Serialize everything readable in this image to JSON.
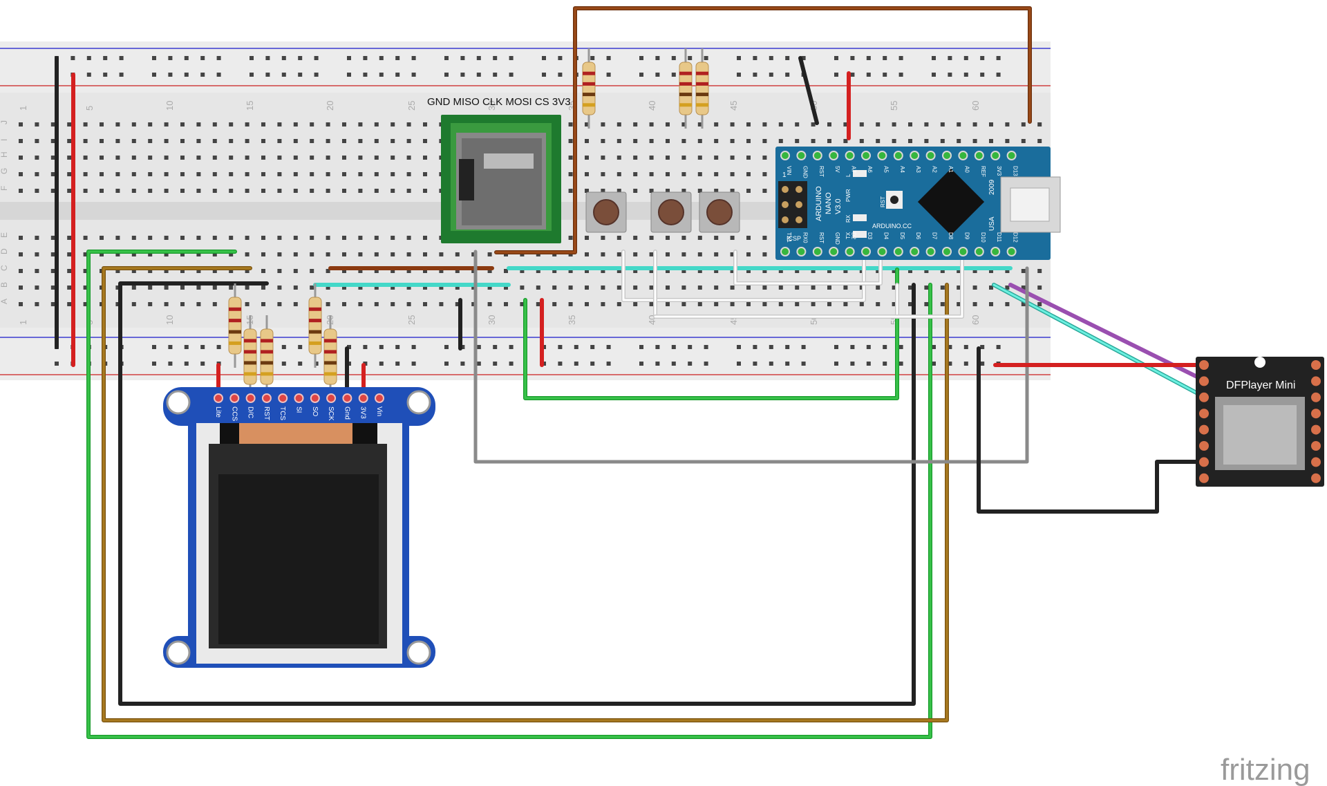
{
  "canvas": {
    "background": "#ffffff"
  },
  "breadboard": {
    "top_column_numbers": [
      "1",
      "5",
      "10",
      "15",
      "20",
      "25",
      "30",
      "35",
      "40",
      "45",
      "50",
      "55",
      "60"
    ],
    "bottom_column_numbers": [
      "1",
      "5",
      "10",
      "15",
      "20",
      "25",
      "30",
      "35",
      "40",
      "45",
      "50",
      "55",
      "60"
    ],
    "row_letters_top": [
      "J",
      "I",
      "H",
      "G",
      "F"
    ],
    "row_letters_bottom": [
      "E",
      "D",
      "C",
      "B",
      "A"
    ]
  },
  "sd_module": {
    "pin_label": "GND MISO CLK MOSI CS 3V3"
  },
  "tft_display": {
    "pins": [
      "Lite",
      "CCS",
      "D/C",
      "RST",
      "TCS",
      "SI",
      "SO",
      "SCK",
      "Gnd",
      "3V3",
      "Vin"
    ]
  },
  "arduino_nano": {
    "top_pins": [
      "VIN",
      "GND",
      "RST",
      "5V",
      "A7",
      "A6",
      "A5",
      "A4",
      "A3",
      "A2",
      "A1",
      "A0",
      "REF",
      "3V3",
      "D13"
    ],
    "bottom_pins": [
      "TX1",
      "RX0",
      "RST",
      "GND",
      "D2",
      "D3",
      "D4",
      "D5",
      "D6",
      "D7",
      "D8",
      "D9",
      "D10",
      "D11",
      "D12"
    ],
    "board_text": [
      "ARDUINO",
      "NANO",
      "V3.0"
    ],
    "site_text": "ARDUINO.CC",
    "year_text": "2009",
    "country_text": "USA",
    "icsp_text": "ICSP",
    "pwr_label": "PWR",
    "rst_label": "RST",
    "l_label": "L",
    "tx_label": "TX",
    "rx_label": "RX",
    "icsp_one": "1"
  },
  "dfplayer": {
    "label": "DFPlayer Mini"
  },
  "watermark": {
    "text": "fritzing"
  },
  "colors": {
    "wire_red": "#d42020",
    "wire_black": "#222222",
    "wire_green": "#2bb33a",
    "wire_brown": "#8b3a10",
    "wire_cyan": "#44d8c8",
    "wire_purple": "#9a4fb0",
    "wire_gray": "#8a8a8a",
    "wire_olive": "#9b6b1a",
    "nano_blue": "#1a6d9c",
    "tft_blue": "#1f4fb8",
    "sd_green": "#1e7a2e"
  }
}
